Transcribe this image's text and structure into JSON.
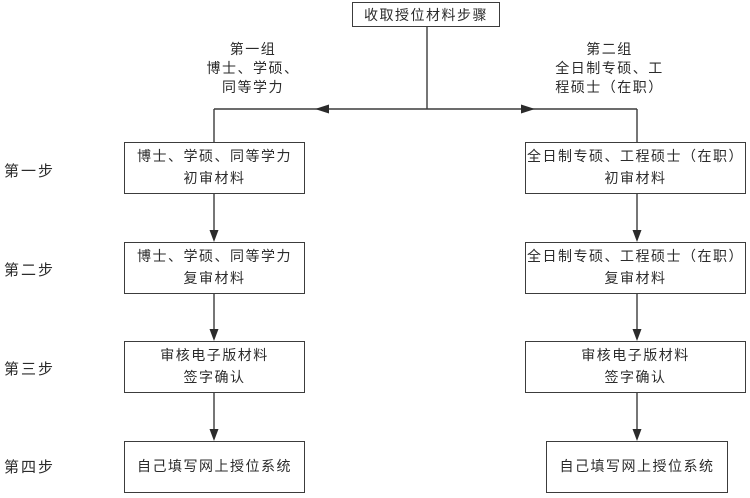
{
  "diagram": {
    "title": "收取授位材料步骤",
    "groups": {
      "left": {
        "line1": "第一组",
        "line2": "博士、学硕、",
        "line3": "同等学力"
      },
      "right": {
        "line1": "第二组",
        "line2": "全日制专硕、工",
        "line3": "程硕士（在职）"
      }
    },
    "steps": [
      "第一步",
      "第二步",
      "第三步",
      "第四步"
    ],
    "left_column": [
      {
        "line1": "博士、学硕、同等学力",
        "line2": "初审材料"
      },
      {
        "line1": "博士、学硕、同等学力",
        "line2": "复审材料"
      },
      {
        "line1": "审核电子版材料",
        "line2": "签字确认"
      },
      {
        "line1": "自己填写网上授位系统"
      }
    ],
    "right_column": [
      {
        "line1": "全日制专硕、工程硕士（在职）",
        "line2": "初审材料"
      },
      {
        "line1": "全日制专硕、工程硕士（在职）",
        "line2": "复审材料"
      },
      {
        "line1": "审核电子版材料",
        "line2": "签字确认"
      },
      {
        "line1": "自己填写网上授位系统"
      }
    ],
    "colors": {
      "line": "#3c3c3c",
      "background": "#ffffff",
      "text": "#2b2b2b"
    }
  }
}
